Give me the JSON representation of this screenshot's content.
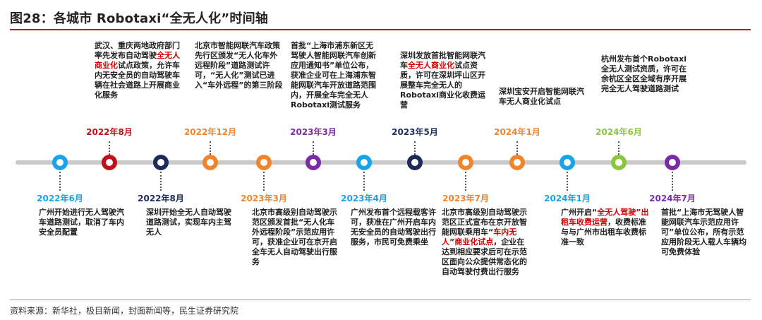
{
  "title": "图28：各城市 Robotaxi“全无人化”时间轴",
  "source": "资料来源：新华社，极目新闻，封面新闻等，民生证券研究院",
  "colors": {
    "light_blue": "#1aa3e8",
    "red": "#c0101a",
    "navy": "#1c2b5a",
    "orange": "#f0852d",
    "purple": "#7b2aa8",
    "green": "#8cc63e",
    "highlight": "#d00000"
  },
  "events": [
    {
      "date": "2022年6月",
      "position": "below",
      "color": "#1aa3e8",
      "parts": [
        {
          "t": "广州开始进行无人驾驶汽车道路测试，取消了车内安全员配置",
          "hl": false
        }
      ]
    },
    {
      "date": "2022年8月",
      "position": "above",
      "color": "#c0101a",
      "parts": [
        {
          "t": "武汉、重庆两地政府部门率先发布自动驾驶",
          "hl": false
        },
        {
          "t": "全无人商业化",
          "hl": true
        },
        {
          "t": "试点政策，允许车内无安全员的自动驾驶车辆在社会道路上开展商业化服务",
          "hl": false
        }
      ]
    },
    {
      "date": "2022年8月",
      "position": "below",
      "color": "#1c2b5a",
      "parts": [
        {
          "t": "深圳开始全无人自动驾驶道路测试，实现车内主驾无人",
          "hl": false
        }
      ]
    },
    {
      "date": "2022年12月",
      "position": "above",
      "color": "#f0852d",
      "parts": [
        {
          "t": "北京市智能网联汽车政策先行区颁发“无人化车外远程阶段”道路测试许可，“无人化”测试已进入“车外远程”的第三阶段",
          "hl": false
        }
      ]
    },
    {
      "date": "2023年3月",
      "position": "below",
      "color": "#f0852d",
      "parts": [
        {
          "t": "北京市高级别自动驾驶示范区颁发首批“无人化车外远程阶段”示范应用许可，获准企业可在京开启全车无人自动驾驶出行服务",
          "hl": false
        }
      ]
    },
    {
      "date": "2023年3月",
      "position": "above",
      "color": "#7b2aa8",
      "parts": [
        {
          "t": "首批“上海市浦东新区无驾驶人智能网联汽车创新应用通知书”单位公布，获准企业可在上海浦东智能网联汽车开放道路范围内，开展全车完全无人Robotaxi测试服务",
          "hl": false
        }
      ]
    },
    {
      "date": "2023年4月",
      "position": "below",
      "color": "#1aa3e8",
      "parts": [
        {
          "t": "广州发布首个远程载客许可，获准在广州开启车内无安全员的自动驾驶出行服务，市民可免费乘坐",
          "hl": false
        }
      ]
    },
    {
      "date": "2023年5月",
      "position": "above",
      "color": "#1c2b5a",
      "parts": [
        {
          "t": "深圳发放首批智能网联汽车",
          "hl": false
        },
        {
          "t": "全无人商业化",
          "hl": true
        },
        {
          "t": "试点资质，许可在深圳坪山区开展整车完全无人的Robotaxi商业化收费运营",
          "hl": false
        }
      ]
    },
    {
      "date": "2023年7月",
      "position": "below",
      "color": "#f0852d",
      "parts": [
        {
          "t": "北京市高级别自动驾驶示范区正式宣布在京开放智能网联乘用车“",
          "hl": false
        },
        {
          "t": "车内无人”商业化试点",
          "hl": true
        },
        {
          "t": "，企业在达到相应要求后可在示范区面向公众提供常态化的自动驾驶付费出行服务",
          "hl": false
        }
      ]
    },
    {
      "date": "2024年1月",
      "position": "above",
      "color": "#f0852d",
      "parts": [
        {
          "t": "深圳宝安开启智能网联汽车无人商业化试点",
          "hl": false
        }
      ]
    },
    {
      "date": "2024年1月",
      "position": "below",
      "color": "#1aa3e8",
      "parts": [
        {
          "t": "广州开启“",
          "hl": false
        },
        {
          "t": "全无人驾驶”出租车收费运营",
          "hl": true
        },
        {
          "t": "，收费标准与与广州市出租车收费标准一致",
          "hl": false
        }
      ]
    },
    {
      "date": "2024年6月",
      "position": "above",
      "color": "#8cc63e",
      "parts": [
        {
          "t": "杭州发布首个Robotaxi全无人测试资质，许可在余杭区全区全域有序开展完全无人驾驶道路测试",
          "hl": false
        }
      ]
    },
    {
      "date": "2024年7月",
      "position": "below",
      "color": "#7b2aa8",
      "parts": [
        {
          "t": "首批“上海市无驾驶人智能网联汽车示范应用许可”单位公布，所有示范应用阶段无人载人车辆均可免费体验",
          "hl": false
        }
      ]
    }
  ]
}
